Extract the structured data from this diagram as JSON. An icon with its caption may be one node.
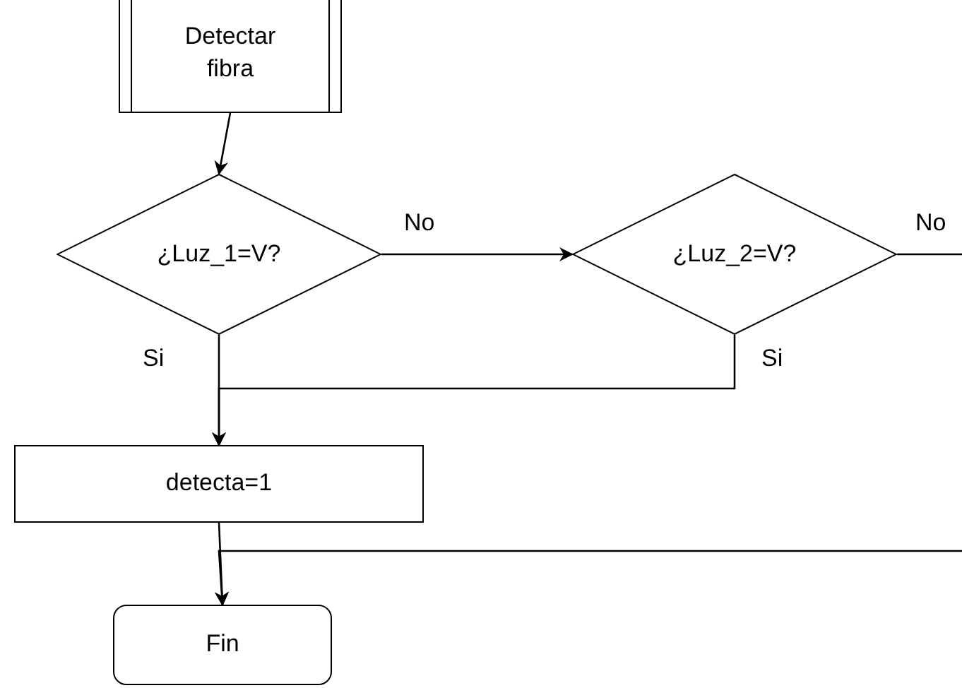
{
  "diagram": {
    "nodes": [
      {
        "text": [
          "Detectar fibra"
        ]
      },
      {
        "text": [
          "¿Luz_1=V?"
        ]
      },
      {
        "text": [
          "¿Luz_2=V?"
        ]
      },
      {
        "text": [
          "detecta=1"
        ]
      },
      {
        "text": [
          "Fin"
        ]
      }
    ],
    "edges": [
      {
        "from": 0,
        "to": 1,
        "arrow": "to"
      },
      {
        "from": 1,
        "to": 2,
        "arrow": "to",
        "label": "No"
      },
      {
        "from": 2,
        "to": null,
        "arrow": "none",
        "label": "No"
      },
      {
        "from": 2,
        "to": 3,
        "arrow": "to",
        "label": "Si"
      },
      {
        "from": 1,
        "to": 3,
        "arrow": "to",
        "label": "Si"
      },
      {
        "from": 3,
        "to": 4,
        "arrow": "to"
      },
      {
        "from": null,
        "to": 4,
        "arrow": "to"
      }
    ]
  }
}
